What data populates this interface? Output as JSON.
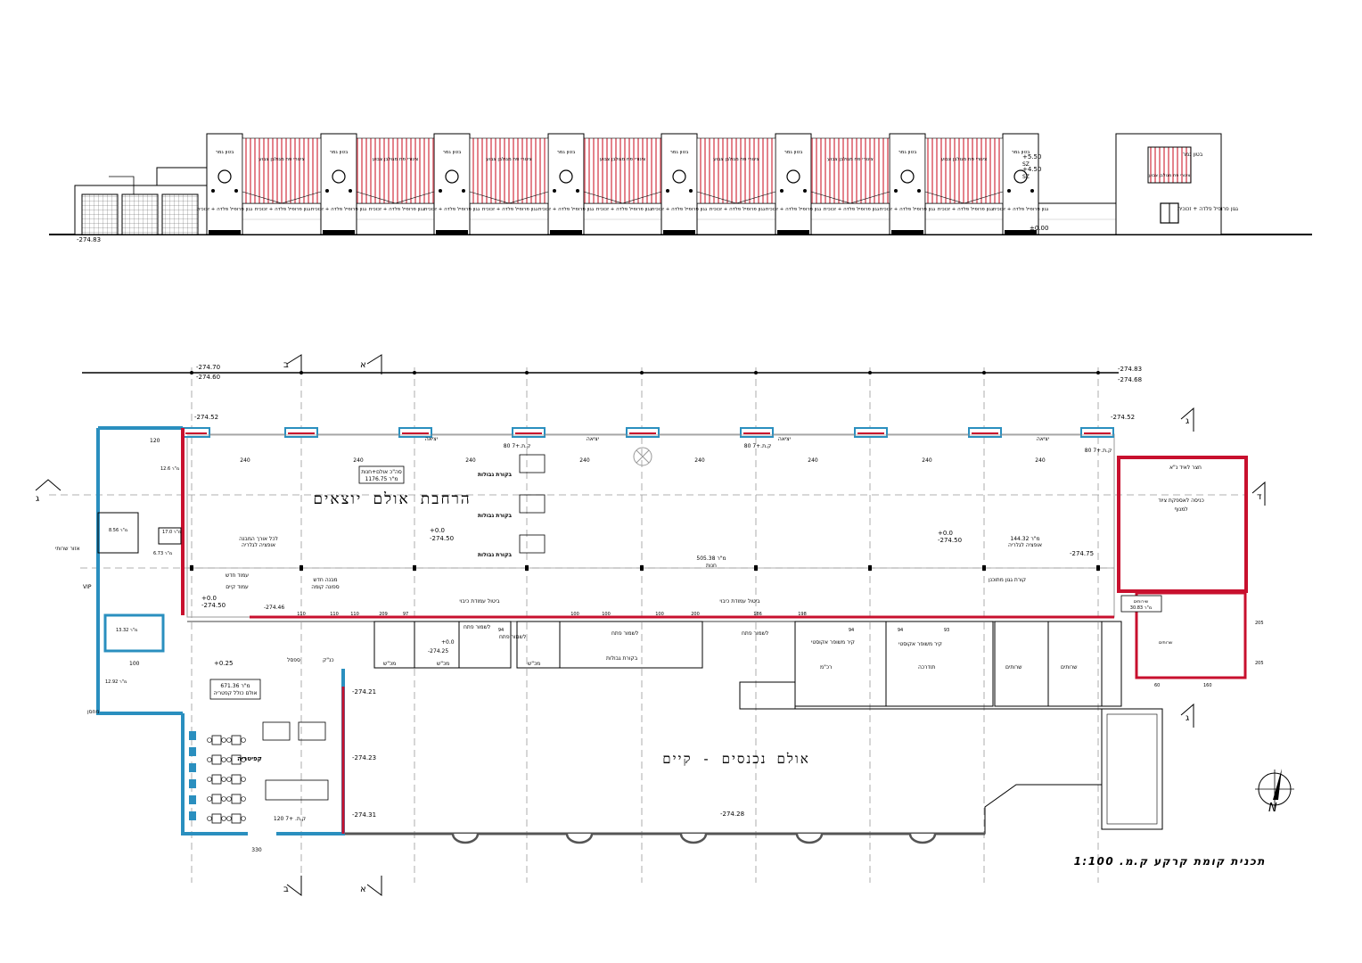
{
  "drawing": {
    "title": "תכנית קומת קרקע ק.מ. 1:100",
    "north_letter": "N"
  },
  "colors": {
    "new_wall": "#c8102e",
    "existing_wall": "#2a8fbf",
    "line": "#000000",
    "axis": "#888888"
  },
  "elevation": {
    "pier_label": "בטון גמר",
    "panel_label": "צינורי פח מגולבן צבוע",
    "base_label": "גגון פרופיל פלדה + זכוכית",
    "level_ground": "-274.83",
    "level_zero": "±0.00",
    "level_a": "+5.50",
    "level_b": "+4.50",
    "level_mark": "SZ",
    "right_panel_label": "צינורי פח מגולבן צבוע"
  },
  "sections": {
    "b": "ב",
    "a": "א",
    "g": "ג",
    "d": "ד"
  },
  "levels": {
    "top_left_1": "-274.70",
    "top_left_2": "-274.60",
    "top_right_1": "-274.83",
    "top_right_2": "-274.68",
    "left_gate": "-274.52",
    "right_gate": "-274.52",
    "hall_left": "-274.50",
    "hall_left_rel": "+0.0",
    "hall_right": "-274.50",
    "hall_right_rel": "+0.0",
    "right_mid": "-274.75",
    "entry_left": "-274.50",
    "entry_left_rel": "+0.0",
    "cor_left": "-274.46",
    "cor_mid": "-274.25",
    "cor_mid_rel": "+0.0",
    "cafe_1": "-274.21",
    "cafe_2": "-274.23",
    "cafe_3": "-274.31",
    "arrivals": "-274.28",
    "door_level": "+0.25"
  },
  "rooms": {
    "departures_hall": "הרחבת אולם יוצאים",
    "arrivals_hall": "אולם נכנסים - קיים",
    "cafeteria": "קפיטריה",
    "area_box_1_line1": "סה\"כ אולם+חנות",
    "area_box_1_line2": "1176.75 מ\"ר",
    "area_box_2_line1": "671.36 מ\"ר",
    "area_box_2_line2": "אולם כולל קפטריה",
    "hall_area_line1": "505.38 מ\"ר",
    "hall_area_line2": "חנות",
    "right_area_line1": "144.32 מ\"ר",
    "right_area_line2": "אופציה לגלריה",
    "left_note_line1": "לכל אורך המבנה",
    "left_note_line2": "אופציה לגלריה",
    "border_check_1": "בקורת גבולות",
    "border_check_2": "בקורת גבולות",
    "border_check_3": "בקורת גבולות",
    "border_control": "בקורת גבולות",
    "vehicle": "רכ\"מ",
    "guidance": "תודרכה",
    "offices_1": "שרותים",
    "offices_2": "שרותים",
    "right_annex": "כניסה לאספקת ציוד",
    "right_annex_2": "למנוף",
    "right_annex_top": "חצר לאיד נ\"א",
    "exit_1": "יציאה",
    "exit_2": "יציאה",
    "exit_3": "יציאה",
    "exit_4": "יציאה",
    "existing_pillar": "עמוד קיים",
    "new_column": "עמוד חדש",
    "new_structure": "מבנה חדש",
    "ground_floor": "ספונה קומה",
    "roof_line": "קורת גגון מתוכנן",
    "storage": "מחסן",
    "toilets": "שירותים",
    "service": "שרותים",
    "scanner": "מכ\"ש",
    "scanner_2": "מכ\"ש",
    "scanner_3": "מכ\"ש",
    "kiosk": "כנ\"ק",
    "bench": "ספסל",
    "door_frame": "לשמור פתח",
    "door_frame_2": "לשמור פתח",
    "door_frame_3": "לשמור פתח",
    "door_frame_4": "לשמור פתח",
    "metal_frame": "קיר משופר אקוסטי",
    "metal_frame_2": "קיר משופר אקוסטי",
    "existing_glass": "ביטול עמודת כיבוי",
    "existing_glass_2": "ביטול עמודת כיבוי",
    "tel_1": "מ\"ר 12.6",
    "tel_2": "מ\"ר 8.56",
    "tel_3": "מ\"ר 6.73",
    "tel_4": "מ\"ר 17.0",
    "tel_5": "מ\"ר 13.32",
    "tel_6": "מ\"ר 12.92",
    "wc_area": "מ\"ר 30.83",
    "left_side_label": "אזור שרותי",
    "vip": "VIP",
    "dim_240": "240",
    "dim_330": "330",
    "dim_120": "120",
    "dim_100": "100",
    "dim_110": "110",
    "dim_209": "209",
    "dim_97": "97",
    "dim_200": "200",
    "dim_186": "186",
    "dim_198": "198",
    "dim_94": "94",
    "dim_93": "93",
    "dim_80_1": "80 ק.ת.+7",
    "dim_80_2": "80 ק.ת.+7",
    "dim_80_3": "80 ק.ת.+7",
    "dim_120_cafe": "120 ק.ת. +7",
    "dim_60": "60",
    "dim_160": "160",
    "dim_205": "205",
    "dim_205b": "205"
  }
}
